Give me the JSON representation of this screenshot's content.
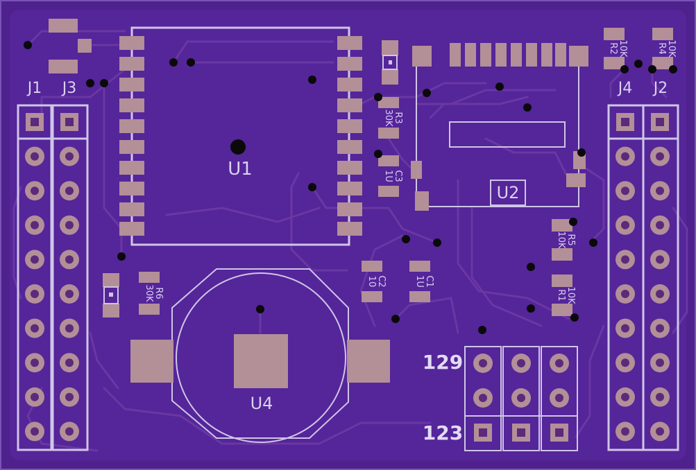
{
  "board": {
    "substrate_color": "#4f218c",
    "border_color": "#7a52b8",
    "silkscreen_color": "#d4cce8",
    "pad_color": "#b38f98"
  },
  "labels": {
    "J1": "J1",
    "J3": "J3",
    "J4": "J4",
    "J2": "J2",
    "U1": "U1",
    "U2": "U2",
    "U4": "U4",
    "R2": "R2",
    "R2_val": "10K",
    "R4": "R4",
    "R4_val": "10K",
    "R3": "R3",
    "R3_val": "30K",
    "C3": "C3",
    "C3_val": "1U",
    "C2": "C2",
    "C2_val": "10",
    "C1": "C1",
    "C1_val": "1U",
    "R6": "R6",
    "R6_val": "30K",
    "R5": "R5",
    "R5_val": "10K",
    "R1": "R1",
    "R1_val": "10K",
    "header_129": "129",
    "header_123": "123"
  }
}
